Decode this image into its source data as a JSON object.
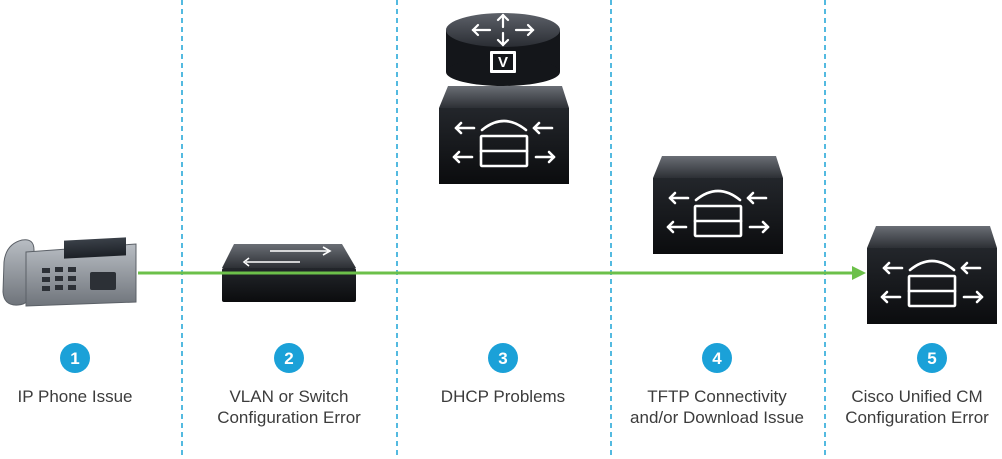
{
  "colors": {
    "divider": "#1aa3d6",
    "flow_line": "#6cc04a",
    "badge": "#1ba1d8",
    "device_dark": "#17191d",
    "device_top": "#4a4e56",
    "phone_body": "#8e949c"
  },
  "icons": [
    "ip-phone-icon",
    "switch-icon",
    "router-icon",
    "dhcp-server-icon",
    "tftp-server-icon",
    "cisco-unified-cm-icon",
    "arrow-head-icon"
  ],
  "steps": [
    {
      "number": "1",
      "lines": [
        "IP Phone Issue"
      ]
    },
    {
      "number": "2",
      "lines": [
        "VLAN or Switch",
        "Configuration Error"
      ]
    },
    {
      "number": "3",
      "lines": [
        "DHCP Problems"
      ]
    },
    {
      "number": "4",
      "lines": [
        "TFTP Connectivity",
        "and/or Download Issue"
      ]
    },
    {
      "number": "5",
      "lines": [
        "Cisco Unified CM",
        "Configuration Error"
      ]
    }
  ],
  "router_label": "V"
}
